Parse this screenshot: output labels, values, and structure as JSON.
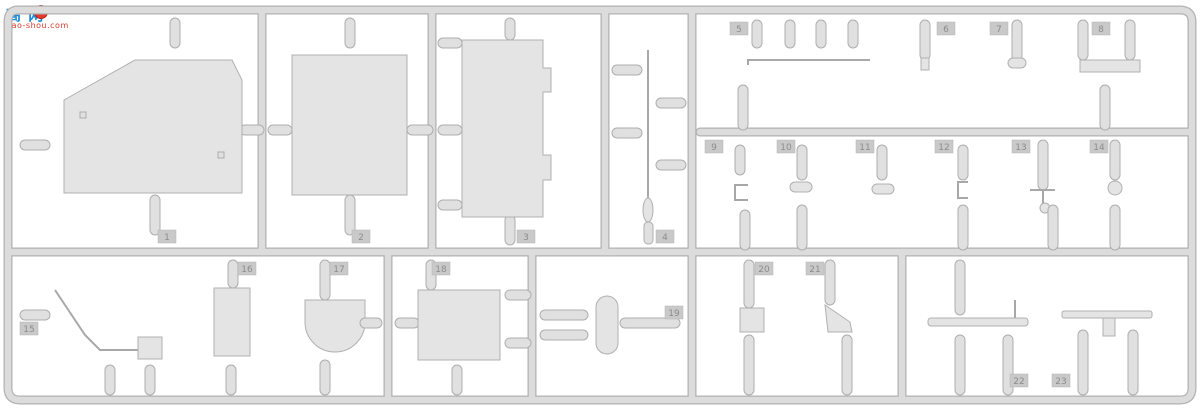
{
  "watermark": {
    "main_text": "高 网",
    "sub_text": "gao-shou.com"
  },
  "sprue": {
    "frame_color": "#d9d9d9",
    "frame_edge_color": "#b2b2b2",
    "part_color": "#e3e3e3",
    "part_numbers": [
      "1",
      "2",
      "3",
      "4",
      "5",
      "6",
      "7",
      "8",
      "9",
      "10",
      "11",
      "12",
      "13",
      "14",
      "15",
      "16",
      "17",
      "18",
      "19",
      "20",
      "21",
      "22",
      "23"
    ]
  }
}
